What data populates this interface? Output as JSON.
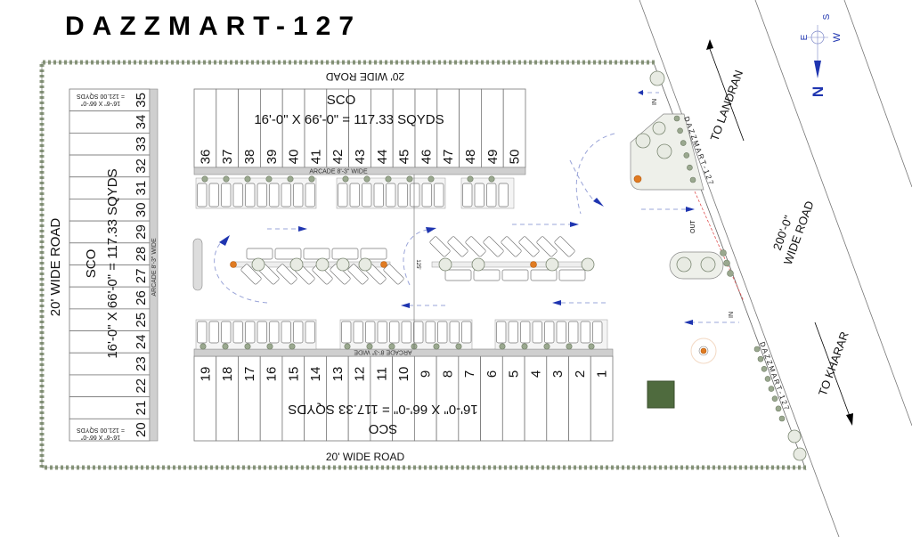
{
  "title": "DAZZMART-127",
  "roads": {
    "top": "20' WIDE ROAD",
    "bottom": "20' WIDE ROAD",
    "left": "20' WIDE ROAD",
    "main_line1": "200'-0\"",
    "main_line2": "WIDE ROAD",
    "to_landran": "TO LANDRAN",
    "to_kharar": "TO KHARAR"
  },
  "compass": {
    "n": "N",
    "s": "S",
    "e": "E",
    "w": "W"
  },
  "blocks": {
    "top": {
      "type": "SCO",
      "size": "16'-0\" X 66'-0\" = 117.33 SQYDS",
      "plots": [
        "36",
        "37",
        "38",
        "39",
        "40",
        "41",
        "42",
        "43",
        "44",
        "45",
        "46",
        "47",
        "48",
        "49",
        "50"
      ],
      "arcade": "ARCADE 8'-3\" WIDE"
    },
    "bottom": {
      "type": "SCO",
      "size": "16'-0\" X 66'-0\" = 117.33 SQYDS",
      "plots": [
        "19",
        "18",
        "17",
        "16",
        "15",
        "14",
        "13",
        "12",
        "11",
        "10",
        "9",
        "8",
        "7",
        "6",
        "5",
        "4",
        "3",
        "2",
        "1"
      ],
      "arcade": "ARCADE 8'-3\" WIDE"
    },
    "left": {
      "type": "SCO",
      "size": "16'-0\" X 66'-0\" = 117.33 SQYDS",
      "plots": [
        "35",
        "34",
        "33",
        "32",
        "31",
        "30",
        "29",
        "28",
        "27",
        "26",
        "25",
        "24",
        "23",
        "22",
        "21",
        "20"
      ],
      "arcade": "ARCADE 8'-3\" WIDE",
      "corner_size_line1": "16'-6\" X 66'-0\"",
      "corner_size_line2": "= 121.00 SQYDS"
    }
  },
  "entries": {
    "in_top": "IN",
    "out": "OUT",
    "in_bottom": "IN"
  },
  "dimension": "125'",
  "signage": "DAZZMART-127",
  "colors": {
    "flow": "#1f35b0",
    "lamp": "#e07b22",
    "tree": "#9aa88f"
  }
}
